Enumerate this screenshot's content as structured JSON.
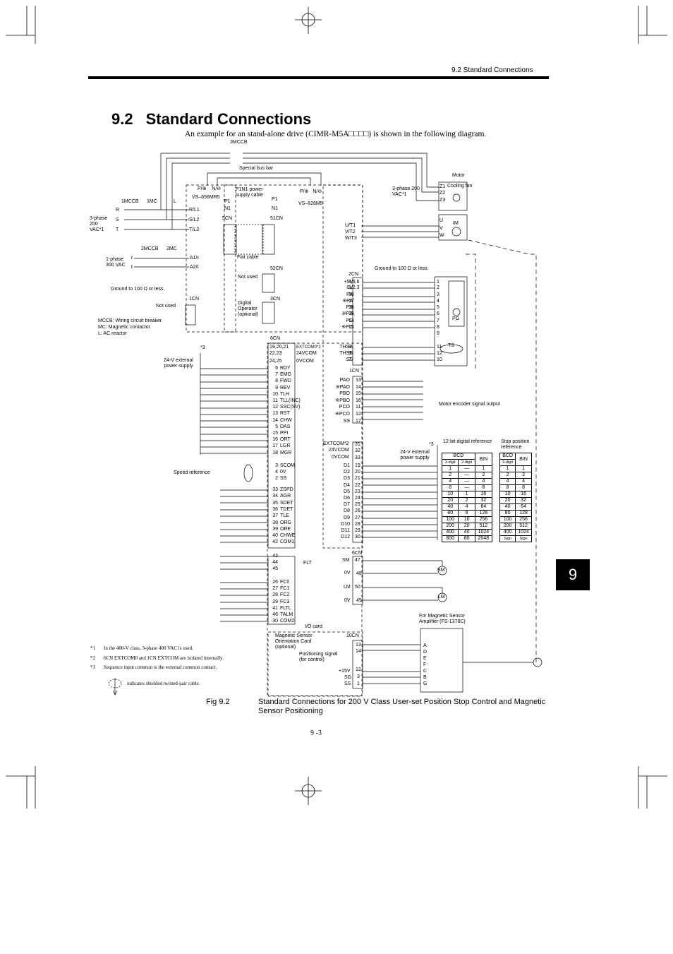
{
  "header": {
    "section": "9.2  Standard Connections"
  },
  "title": {
    "number": "9.2",
    "text": "Standard Connections"
  },
  "intro": "An example for an stand-alone drive (CIMR-M5A□□□□) is shown in the following diagram.",
  "tab": "9",
  "caption": {
    "label": "Fig 9.2",
    "text": "Standard Connections for 200 V Class User-set Position Stop Control and Magnetic Sensor Positioning"
  },
  "page_number": "9 -3",
  "footnotes": [
    {
      "mark": "*1",
      "text": "In the 400-V class, 3-phase 400 VAC is used."
    },
    {
      "mark": "*2",
      "text": "6CN EXTCOM0 and 1CN EXTCOM are isolated internally."
    },
    {
      "mark": "*3",
      "text": "Sequence input common is the external common contact."
    }
  ],
  "legend_shield": "indicates shielded twisted-pair cable.",
  "diagram": {
    "labels": {
      "mccb3": "3MCCB",
      "special_bus_bar": "Special bus bar",
      "motor": "Motor",
      "cooling_fan": "Cooling fan",
      "mccb1": "1MCCB",
      "mc1": "1MC",
      "l": "L",
      "r": "R",
      "s": "S",
      "t": "T",
      "phase3_200": "3-phase 200 VAC*1",
      "phase3_200b": "3-phase 200 VAC*1",
      "rl1": "R/L1",
      "sl2": "S/L2",
      "tl3": "T/L3",
      "vs656": "VS–656MR5",
      "vs626": "VS–626M5",
      "p1n1": "P1N1 power supply cable",
      "p1": "P1",
      "n1": "N1",
      "p1b": "P1",
      "n1b": "N1",
      "cn5": "5CN",
      "cn51": "51CN",
      "flat_cable": "Flat cable",
      "not_used_52": "Not used",
      "cn52": "52CN",
      "mccb2": "2MCCB",
      "mc2": "2MC",
      "phase1_300": "1-phase 300 VAC",
      "r_small": "r",
      "t_small": "t",
      "a1r": "A1/r",
      "a2t": "A2/t",
      "ground_left": "Ground to 100 Ω or less.",
      "not_used_1cn": "Not used",
      "cn1_left": "1CN",
      "digital_op": "Digital Operator (optional)",
      "cn3": "3CN",
      "mccb_note": "MCCB: Wiring circuit breaker",
      "mc_note": "MC: Magnetic contactor",
      "l_note": "L: AC reactor",
      "u_t1": "U/T1",
      "v_t2": "V/T2",
      "w_t3": "W/T3",
      "u": "U",
      "v": "V",
      "w": "W",
      "im": "IM",
      "z1": "Z1",
      "z2": "Z2",
      "z3": "Z3",
      "ground_right": "Ground to 100 Ω or less.",
      "cn2": "2CN",
      "pg": "PG",
      "ts": "TS",
      "cn6": "6CN",
      "ext24": "24-V external power supply",
      "star3a": "*3",
      "extcom0": "EXTCOM0*2",
      "vcom24": "24VCOM",
      "vcom0": "0VCOM",
      "speed_ref": "Speed reference",
      "enc_out": "Motor encoder signal output",
      "bit12": "12-bit digital reference",
      "stop_pos": "Stop position reference",
      "ext24b": "24-V external power supply",
      "star3b": "*3",
      "extcom": "EXTCOM*2",
      "vcom24b": "24VCOM",
      "vcom0b": "0VCOM",
      "flt": "FLT",
      "cn6b": "6CN",
      "sm": "SM",
      "lm": "LM",
      "zero_v_a": "0V",
      "zero_v_b": "0V",
      "io_card": "I/O card",
      "msoc": "Magnetic Sensor Orientation Card (optional)",
      "cn10": "10CN",
      "pos_signal": "Positioning signal (for control)",
      "p15": "+15V",
      "sg": "SG",
      "ss10": "SS",
      "for_mag": "For Magnetic Sensor Amplifier (FS-1378C)",
      "cn1b": "1CN"
    },
    "cn2_signals": [
      {
        "name": "+5V",
        "pin": "4,5,6",
        "pg": "1"
      },
      {
        "name": "0V",
        "pin": "1,2,3",
        "pg": "2"
      },
      {
        "name": "PA",
        "pin": "16",
        "pg": "3"
      },
      {
        "name": "※PA",
        "pin": "17",
        "pg": "4"
      },
      {
        "name": "PB",
        "pin": "18",
        "pg": "5"
      },
      {
        "name": "※PB",
        "pin": "19",
        "pg": "6"
      },
      {
        "name": "PC",
        "pin": "14",
        "pg": "7"
      },
      {
        "name": "※PC",
        "pin": "15",
        "pg": "8"
      },
      {
        "name": "",
        "pin": "",
        "pg": "9"
      },
      {
        "name": "THSA",
        "pin": "8",
        "pg": "11"
      },
      {
        "name": "THSB",
        "pin": "9",
        "pg": "12"
      },
      {
        "name": "SS",
        "pin": "7",
        "pg": "10"
      }
    ],
    "cn1_encoder": [
      {
        "name": "PAO",
        "pin": "13"
      },
      {
        "name": "※PAO",
        "pin": "14"
      },
      {
        "name": "PBO",
        "pin": "15"
      },
      {
        "name": "※PBO",
        "pin": "16"
      },
      {
        "name": "PCO",
        "pin": "11"
      },
      {
        "name": "※PCO",
        "pin": "12"
      },
      {
        "name": "SS",
        "pin": "17"
      }
    ],
    "cn6_inputs": [
      {
        "pin": "6",
        "name": "RDY"
      },
      {
        "pin": "7",
        "name": "EMG"
      },
      {
        "pin": "8",
        "name": "FWD"
      },
      {
        "pin": "9",
        "name": "REV"
      },
      {
        "pin": "10",
        "name": "TLH"
      },
      {
        "pin": "11",
        "name": "TLL(INC)"
      },
      {
        "pin": "12",
        "name": "SSC(SV)"
      },
      {
        "pin": "13",
        "name": "RST"
      },
      {
        "pin": "14",
        "name": "CHW"
      },
      {
        "pin": "5",
        "name": "DAS"
      },
      {
        "pin": "15",
        "name": "PPI"
      },
      {
        "pin": "16",
        "name": "ORT"
      },
      {
        "pin": "17",
        "name": "LGR"
      },
      {
        "pin": "18",
        "name": "MGR"
      }
    ],
    "cn6_head": [
      {
        "pin": "19,20,21"
      },
      {
        "pin": "22,23"
      },
      {
        "pin": "24,25"
      }
    ],
    "cn6_speed": [
      {
        "pin": "3",
        "name": "SCOM"
      },
      {
        "pin": "4",
        "name": "0V"
      },
      {
        "pin": "2",
        "name": "SS"
      }
    ],
    "cn6_outputs": [
      {
        "pin": "33",
        "name": "ZSPD"
      },
      {
        "pin": "34",
        "name": "AGR"
      },
      {
        "pin": "35",
        "name": "SDET"
      },
      {
        "pin": "36",
        "name": "TDET"
      },
      {
        "pin": "37",
        "name": "TLE"
      },
      {
        "pin": "38",
        "name": "ORG"
      },
      {
        "pin": "39",
        "name": "ORE"
      },
      {
        "pin": "40",
        "name": "CHWE"
      },
      {
        "pin": "42",
        "name": "COM1"
      }
    ],
    "cn6_flt": [
      {
        "pin": "43"
      },
      {
        "pin": "44"
      },
      {
        "pin": "45"
      }
    ],
    "cn6_fc": [
      {
        "pin": "26",
        "name": "FC0"
      },
      {
        "pin": "27",
        "name": "FC1"
      },
      {
        "pin": "28",
        "name": "FC2"
      },
      {
        "pin": "29",
        "name": "FC3"
      },
      {
        "pin": "41",
        "name": "FLTL"
      },
      {
        "pin": "46",
        "name": "TALM"
      },
      {
        "pin": "30",
        "name": "COM2"
      }
    ],
    "cn1_digital_head": [
      {
        "pin": "31"
      },
      {
        "pin": "32"
      },
      {
        "pin": "33"
      }
    ],
    "cn1_digital": [
      {
        "name": "D1",
        "pin": "19"
      },
      {
        "name": "D2",
        "pin": "20"
      },
      {
        "name": "D3",
        "pin": "21"
      },
      {
        "name": "D4",
        "pin": "22"
      },
      {
        "name": "D5",
        "pin": "23"
      },
      {
        "name": "D6",
        "pin": "24"
      },
      {
        "name": "D7",
        "pin": "25"
      },
      {
        "name": "D8",
        "pin": "26"
      },
      {
        "name": "D9",
        "pin": "27"
      },
      {
        "name": "D10",
        "pin": "28"
      },
      {
        "name": "D11",
        "pin": "29"
      },
      {
        "name": "D12",
        "pin": "30"
      }
    ],
    "sm_pins": [
      {
        "pin": "47"
      },
      {
        "pin": "48"
      },
      {
        "pin": "50"
      },
      {
        "pin": "49"
      }
    ],
    "cn10_pins": [
      {
        "pin": "13"
      },
      {
        "pin": "14"
      },
      {
        "pin": "12"
      },
      {
        "pin": "3"
      },
      {
        "pin": "1"
      }
    ],
    "amp_pins": [
      "A",
      "D",
      "E",
      "F",
      "C",
      "B",
      "G"
    ]
  },
  "table_12bit": {
    "header": [
      "BCD",
      "BIN"
    ],
    "sub": [
      "3-digit",
      "2-digit"
    ],
    "rows": [
      [
        "1",
        "—",
        "1"
      ],
      [
        "2",
        "—",
        "2"
      ],
      [
        "4",
        "—",
        "4"
      ],
      [
        "8",
        "—",
        "8"
      ],
      [
        "10",
        "1",
        "16"
      ],
      [
        "20",
        "2",
        "32"
      ],
      [
        "40",
        "4",
        "64"
      ],
      [
        "80",
        "8",
        "128"
      ],
      [
        "100",
        "10",
        "256"
      ],
      [
        "200",
        "20",
        "512"
      ],
      [
        "400",
        "40",
        "1024"
      ],
      [
        "800",
        "80",
        "2048"
      ]
    ]
  },
  "table_stop": {
    "header": [
      "BCD",
      "BIN"
    ],
    "sub": [
      "3-digit"
    ],
    "rows": [
      [
        "1",
        "1"
      ],
      [
        "2",
        "2"
      ],
      [
        "4",
        "4"
      ],
      [
        "8",
        "8"
      ],
      [
        "10",
        "16"
      ],
      [
        "20",
        "32"
      ],
      [
        "40",
        "64"
      ],
      [
        "80",
        "128"
      ],
      [
        "100",
        "256"
      ],
      [
        "200",
        "512"
      ],
      [
        "400",
        "1024"
      ],
      [
        "Sign",
        "Sign"
      ]
    ]
  }
}
